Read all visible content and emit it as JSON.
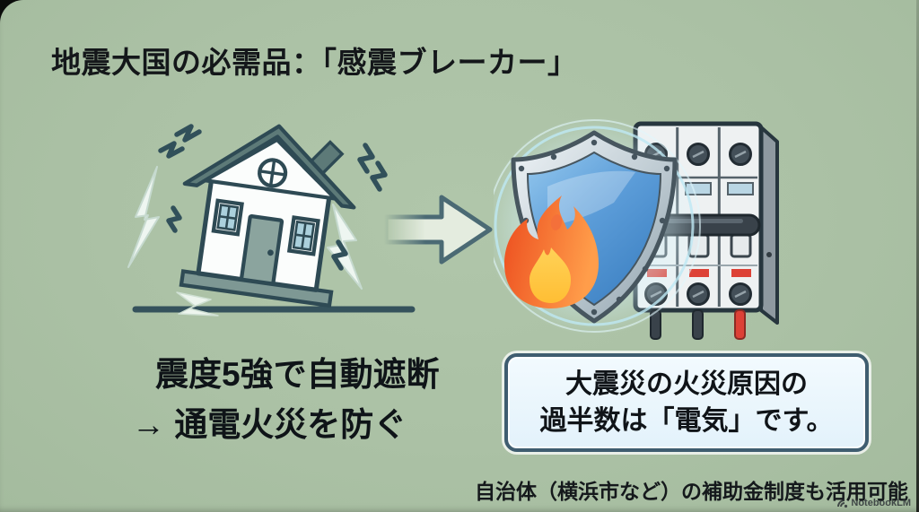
{
  "slide": {
    "title": "地震大国の必需品：「感震ブレーカー」",
    "caption": {
      "line1": "震度5強で自動遮断",
      "line2": "→ 通電火災を防ぐ"
    },
    "info_box": {
      "line1": "大震災の火災原因の",
      "line2": "過半数は「電気」です。"
    },
    "footer_note": "自治体（横浜市など）の補助金制度も活用可能",
    "watermark": "NotebookLM"
  },
  "icons": {
    "house": "shaking-house-illustration",
    "arrow": "right-arrow-icon",
    "shield": "protection-shield-icon",
    "flame": "flame-icon",
    "breaker": "circuit-breaker-illustration",
    "watermark_logo": "notebooklm-logo-icon"
  },
  "colors": {
    "background": "#abc1a5",
    "text": "#14171a",
    "info_box_bg": "#e9f5fc",
    "info_box_border": "#3f5d70",
    "roof_slate": "#5d7a78",
    "outline_slate": "#2e4a54",
    "shield_blue": "#4f92cf",
    "shield_metal": "#aebdc6",
    "flame_orange": "#ee5322",
    "flame_yellow": "#ffd257",
    "breaker_red": "#dd4136",
    "glow_cyan": "#cdeef8"
  }
}
